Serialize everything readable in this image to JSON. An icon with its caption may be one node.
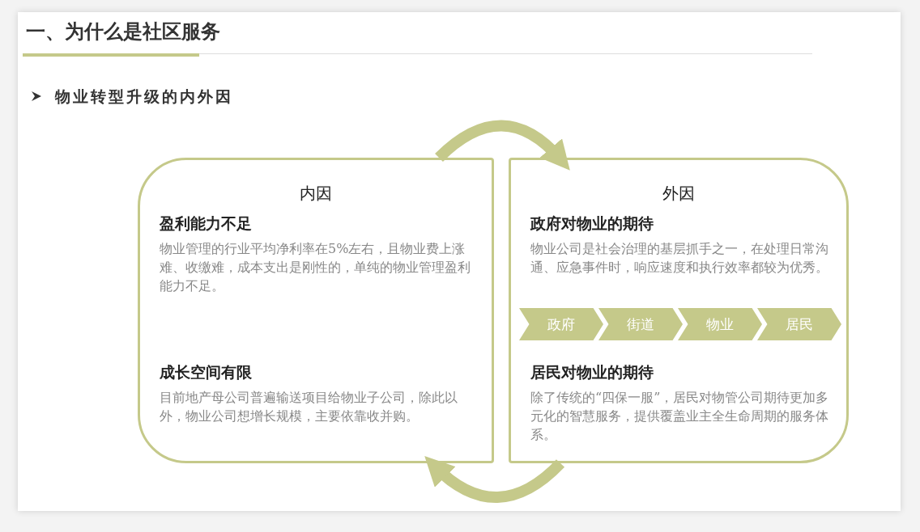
{
  "diagram": {
    "title": "一、为什么是社区服务",
    "nodes": [
      {
        "text": [
          "内因",
          "盈利能力不足",
          "物业管理的行业平均净利率在5%左右，且物业费上涨难、收缴难，成本支出是刚性的，单纯的物业管理盈利能力不足。",
          "成长空间有限",
          "目前地产母公司普遍输送项目给物业子公司，除此以外，物业公司想增长规模，主要依靠收并购。"
        ]
      },
      {
        "text": [
          "外因",
          "政府对物业的期待",
          "物业公司是社会治理的基层抓手之一，在处理日常沟通、应急事件时，响应速度和执行效率都较为优秀。",
          "居民对物业的期待",
          "除了传统的“四保一服”，居民对物管公司期待更加多元化的智慧服务，提供覆盖业主全生命周期的服务体系。"
        ]
      },
      {
        "text": [
          "政府"
        ],
        "in": 1
      },
      {
        "text": [
          "街道"
        ],
        "in": 1
      },
      {
        "text": [
          "物业"
        ],
        "in": 1
      },
      {
        "text": [
          "居民"
        ],
        "in": 1
      }
    ],
    "edges": [
      {
        "from": 0,
        "to": 1,
        "arrow": "to"
      },
      {
        "from": 1,
        "to": 0,
        "arrow": "to"
      }
    ],
    "labels": [
      "物业转型升级的内外因"
    ]
  }
}
